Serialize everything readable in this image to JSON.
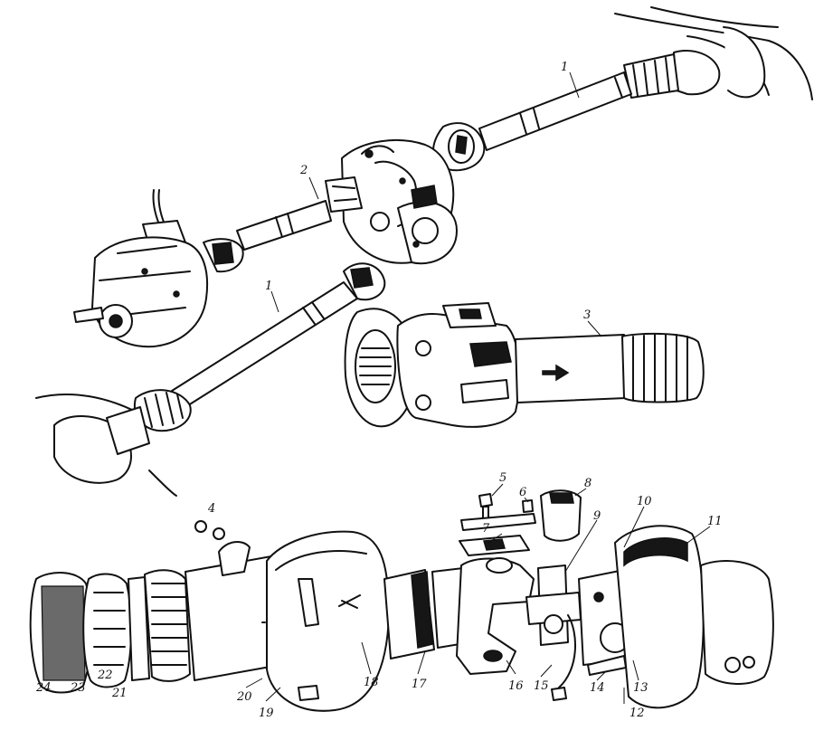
{
  "labels": {
    "l1a": "1",
    "l1b": "1",
    "l2": "2",
    "l3": "3",
    "l4": "4",
    "l5": "5",
    "l6": "6",
    "l7": "7",
    "l8": "8",
    "l9": "9",
    "l10": "10",
    "l11": "11",
    "l12": "12",
    "l13": "13",
    "l14": "14",
    "l15": "15",
    "l16": "16",
    "l17": "17",
    "l18": "18",
    "l19": "19",
    "l20": "20",
    "l21": "21",
    "l22": "22",
    "l23": "23",
    "l24": "24"
  },
  "colors": {
    "ink": "#111111",
    "paper": "#ffffff"
  }
}
